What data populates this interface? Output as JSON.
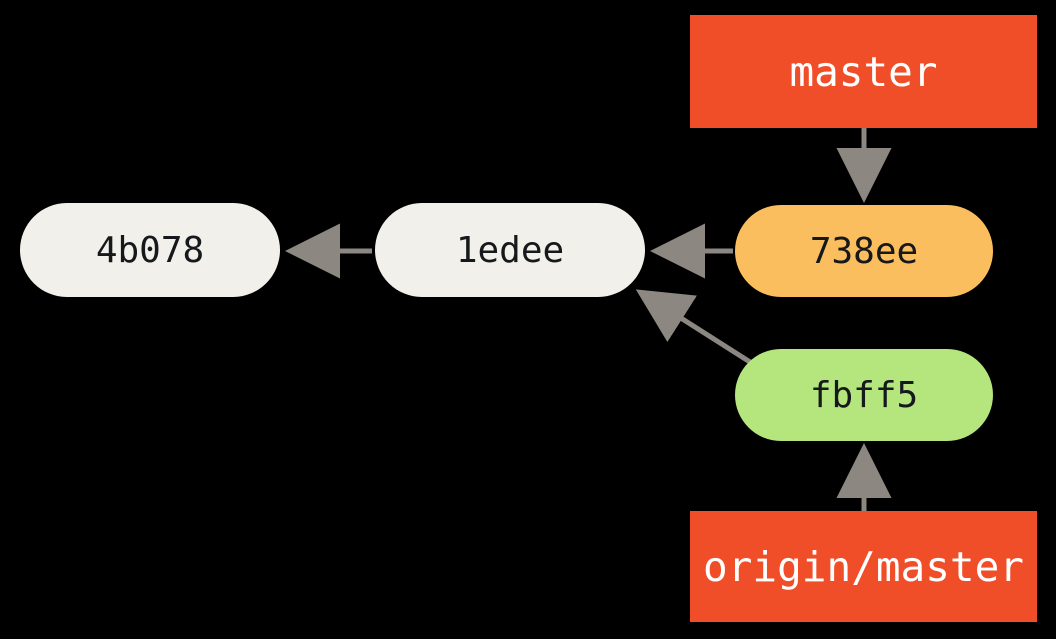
{
  "diagram": {
    "title": "git-commit-graph",
    "background_color": "#000000",
    "edge_color": "#8C8881",
    "colors": {
      "commit_default": "#F2F0EA",
      "commit_highlight_amber": "#FBBE5E",
      "commit_highlight_green": "#B5E67E",
      "branch_ref": "#F04E28",
      "commit_text": "#16191C",
      "ref_text": "#FFFFFF"
    },
    "nodes": [
      {
        "id": "4b078",
        "label": "4b078",
        "kind": "commit",
        "fill": "#F2F0EA"
      },
      {
        "id": "1edee",
        "label": "1edee",
        "kind": "commit",
        "fill": "#F2F0EA"
      },
      {
        "id": "738ee",
        "label": "738ee",
        "kind": "commit",
        "fill": "#FBBE5E"
      },
      {
        "id": "fbff5",
        "label": "fbff5",
        "kind": "commit",
        "fill": "#B5E67E"
      },
      {
        "id": "master",
        "label": "master",
        "kind": "ref",
        "fill": "#F04E28"
      },
      {
        "id": "origin-master",
        "label": "origin/master",
        "kind": "ref",
        "fill": "#F04E28"
      }
    ],
    "edges": [
      {
        "from": "1edee",
        "to": "4b078",
        "kind": "parent-link"
      },
      {
        "from": "738ee",
        "to": "1edee",
        "kind": "parent-link"
      },
      {
        "from": "fbff5",
        "to": "1edee",
        "kind": "parent-link"
      },
      {
        "from": "master",
        "to": "738ee",
        "kind": "ref-points-to"
      },
      {
        "from": "origin-master",
        "to": "fbff5",
        "kind": "ref-points-to"
      }
    ]
  }
}
